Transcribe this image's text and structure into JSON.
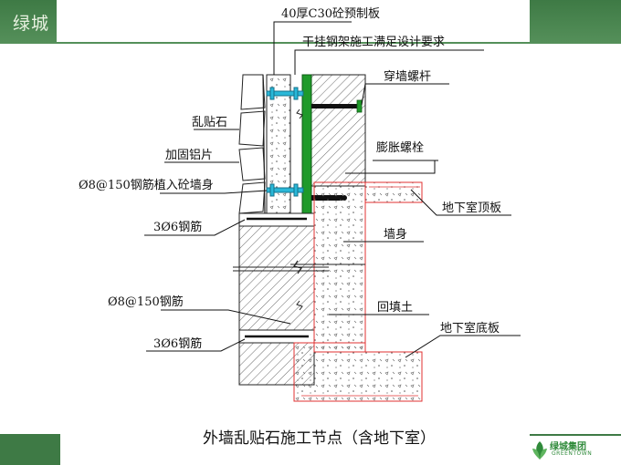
{
  "brand": {
    "name": "绿城"
  },
  "logo": {
    "name": "绿城集团",
    "english": "GREENTOWN"
  },
  "labels": {
    "precast_slab": "40厚C30砼预制板",
    "hanger_frame": "干挂钢架施工满足设计要求",
    "through_bolt": "穿墙螺杆",
    "rubble_stone": "乱贴石",
    "expansion_bolt": "膨胀螺栓",
    "aluminum_sheet": "加固铝片",
    "rebar_planted": "Ø8@150钢筋植入砼墙身",
    "roof_slab": "地下室顶板",
    "rebar_3d6_top": "3Ø6钢筋",
    "wall_body": "墙身",
    "rebar_8_150": "Ø8@150钢筋",
    "backfill": "回填土",
    "floor_slab": "地下室底板",
    "rebar_3d6_bottom": "3Ø6钢筋"
  },
  "caption": "外墙乱贴石施工节点（含地下室）",
  "colors": {
    "brand_green": "#3e7a45",
    "steel_green": "#1f9a2a",
    "bolt_cyan": "#2ab8d8",
    "concrete_outline": "#e03030"
  }
}
